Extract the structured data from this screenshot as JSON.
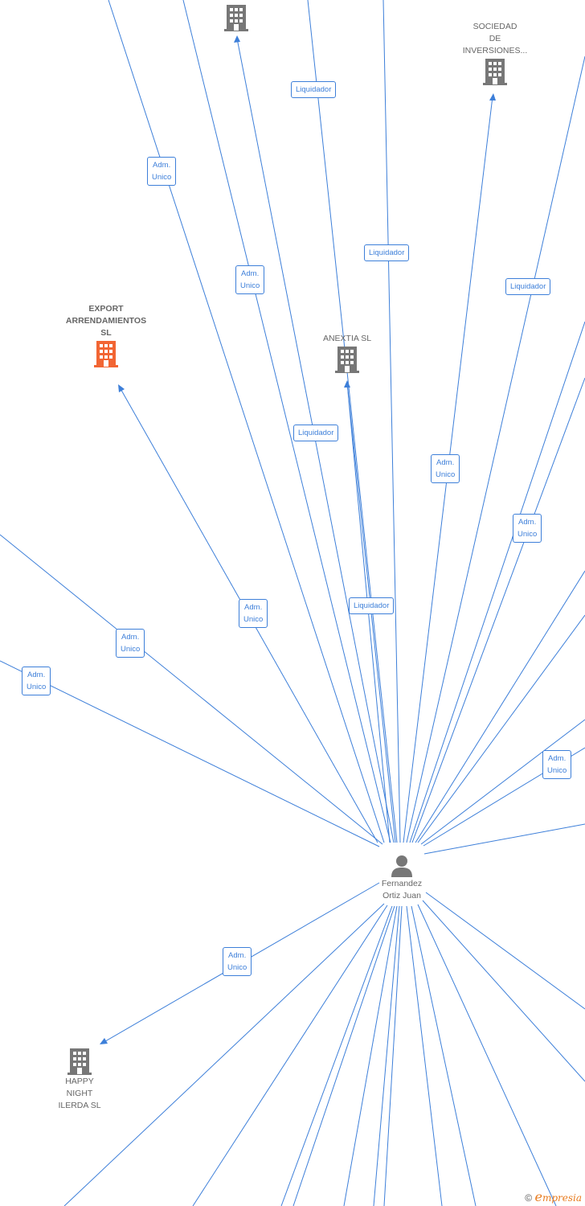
{
  "colors": {
    "edge": "#3d7fd9",
    "building": "#777777",
    "highlight": "#f26533",
    "person": "#777777"
  },
  "center": {
    "name": "Fernandez\nOrtiz Juan",
    "icon": "person-icon"
  },
  "nodes": {
    "top_building": {
      "name": "",
      "icon": "building-icon"
    },
    "sociedad": {
      "name": "SOCIEDAD\nDE\nINVERSIONES...",
      "icon": "building-icon"
    },
    "export": {
      "name": "EXPORT\nARRENDAMIENTOS\nSL",
      "icon": "building-icon"
    },
    "anextia": {
      "name": "ANEXTIA SL",
      "icon": "building-icon"
    },
    "happy": {
      "name": "HAPPY\nNIGHT\nILERDA SL",
      "icon": "building-icon"
    }
  },
  "edge_labels": [
    "Liquidador",
    "Adm.\nUnico",
    "Liquidador",
    "Adm.\nUnico",
    "Liquidador",
    "Liquidador",
    "Adm.\nUnico",
    "Adm.\nUnico",
    "Adm.\nUnico",
    "Liquidador",
    "Adm.\nUnico",
    "Adm.\nUnico",
    "Adm.\nUnico",
    "Adm.\nUnico"
  ],
  "footer": {
    "copyright": "©",
    "brand_initial": "e",
    "brand_rest": "mpresia"
  }
}
